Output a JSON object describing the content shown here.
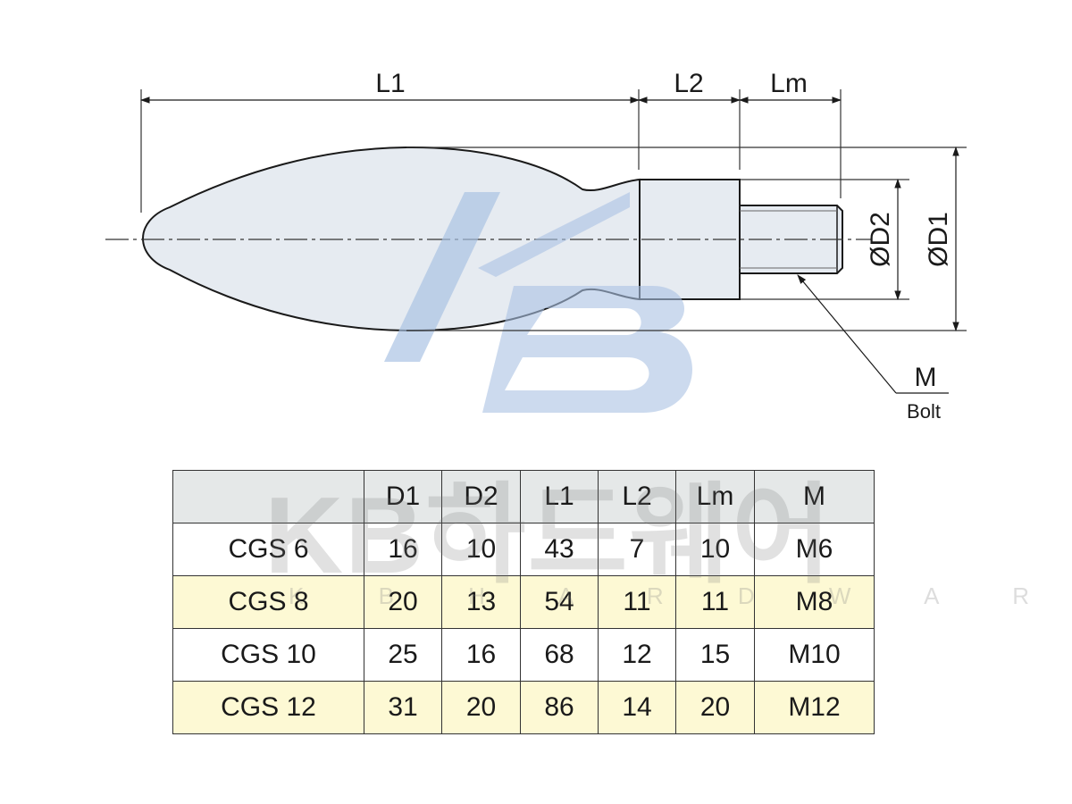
{
  "drawing": {
    "dimensions": {
      "l1": "L1",
      "l2": "L2",
      "lm": "Lm",
      "d2": "ØD2",
      "d1": "ØD1",
      "m": "M",
      "bolt": "Bolt"
    },
    "watermark_logo": "KB"
  },
  "table": {
    "headers": [
      "",
      "D1",
      "D2",
      "L1",
      "L2",
      "Lm",
      "M"
    ],
    "rows": [
      [
        "CGS 6",
        "16",
        "10",
        "43",
        "7",
        "10",
        "M6"
      ],
      [
        "CGS 8",
        "20",
        "13",
        "54",
        "11",
        "11",
        "M8"
      ],
      [
        "CGS 10",
        "25",
        "16",
        "68",
        "12",
        "15",
        "M10"
      ],
      [
        "CGS 12",
        "31",
        "20",
        "86",
        "14",
        "20",
        "M12"
      ]
    ],
    "watermark": "KB하드웨어",
    "watermark_sub": "K B H A R D W A R E"
  },
  "colors": {
    "handle_fill": "#e6ebf1",
    "highlight_row": "#fdf8cc",
    "header_row": "#e1e4e4",
    "logo_blue": "#a9c2e3"
  }
}
